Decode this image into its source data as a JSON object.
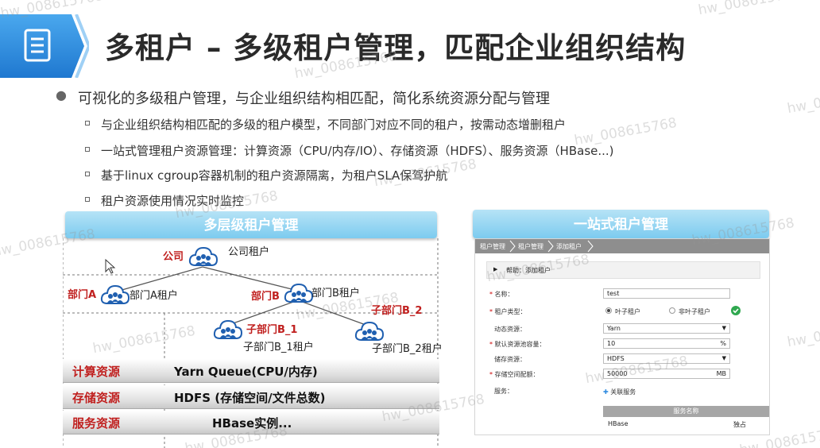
{
  "header": {
    "title": "多租户 – 多级租户管理，匹配企业组织结构",
    "icon": "document-list-icon",
    "accent_color": "#2f8be0"
  },
  "bullets": {
    "main": "可视化的多级租户管理，与企业组织结构相匹配，简化系统资源分配与管理",
    "sub": [
      "与企业组织结构相匹配的多级的租户模型，不同部门对应不同的租户，按需动态增删租户",
      "一站式管理租户资源管理：计算资源（CPU/内存/IO）、存储资源（HDFS）、服务资源（HBase...)",
      "基于linux cgroup容器机制的租户资源隔离，为租户SLA保驾护航",
      "租户资源使用情况实时监控"
    ]
  },
  "left_panel": {
    "title": "多层级租户管理",
    "nodes": {
      "company": {
        "label": "公司",
        "desc": "公司租户"
      },
      "dept_a": {
        "label": "部门A",
        "desc": "部门A租户"
      },
      "dept_b": {
        "label": "部门B",
        "desc": "部门B租户"
      },
      "sub_b1": {
        "label": "子部门B_1",
        "desc": "子部门B_1租户"
      },
      "sub_b2": {
        "label": "子部门B_2",
        "desc": "子部门B_2租户"
      }
    },
    "resources": [
      {
        "label": "计算资源",
        "value": "Yarn Queue(CPU/内存)"
      },
      {
        "label": "存储资源",
        "value": "HDFS (存储空间/文件总数)"
      },
      {
        "label": "服务资源",
        "value": "HBase实例..."
      }
    ]
  },
  "right_panel": {
    "title": "一站式租户管理",
    "breadcrumb": [
      "租户管理",
      "租户管理",
      "添加租户"
    ],
    "help": "帮助：添加租户",
    "fields": {
      "name_label": "名称：",
      "name_value": "test",
      "type_label": "租户类型：",
      "type_option_leaf": "叶子租户",
      "type_option_nonleaf": "非叶子租户",
      "dynamic_label": "动态资源：",
      "dynamic_value": "Yarn",
      "capacity_label": "默认资源池容量：",
      "capacity_value": "10",
      "capacity_unit": "%",
      "storage_label": "储存资源：",
      "storage_value": "HDFS",
      "quota_label": "存储空间配额：",
      "quota_value": "50000",
      "quota_unit": "MB",
      "service_label": "服务：",
      "service_link": "关联服务"
    },
    "service_table": {
      "header": "服务名称",
      "rows": [
        {
          "name": "HBase",
          "mode": "独占"
        }
      ]
    }
  },
  "watermark": "hw_008615768"
}
